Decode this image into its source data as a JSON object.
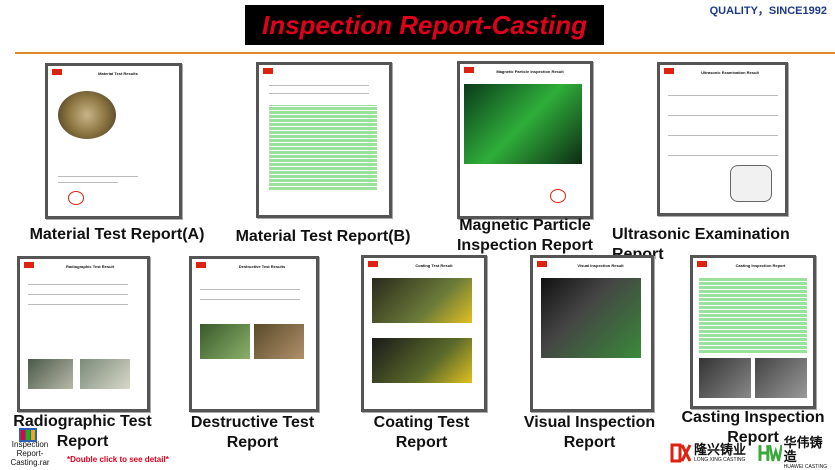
{
  "header": {
    "title": "Inspection Report-Casting",
    "tagline": "QUALITY，SINCE1992"
  },
  "reports": [
    {
      "caption": "Material Test Report(A)",
      "doc_title": "Material Test Results"
    },
    {
      "caption": "Material Test Report(B)",
      "doc_title": ""
    },
    {
      "caption": "Magnetic Particle Inspection Report",
      "doc_title": "Magnetic Particle Inspection Result"
    },
    {
      "caption": "Ultrasonic Examination Report",
      "doc_title": "Ultrasonic Examination Result"
    },
    {
      "caption": "Radiographic Test Report",
      "doc_title": "Radiographic Test Result"
    },
    {
      "caption": "Destructive Test Report",
      "doc_title": "Destructive Test Results"
    },
    {
      "caption": "Coating Test Report",
      "doc_title": "Coating Test Result"
    },
    {
      "caption": "Visual Inspection Report",
      "doc_title": "Visual Inspection Result"
    },
    {
      "caption": "Casting Inspection Report",
      "doc_title": "Casting Inspection Report"
    }
  ],
  "footer": {
    "file_label": "Inspection Report-Casting.rar",
    "hint": "*Double click to see detail*",
    "brand1_cn": "隆兴铸业",
    "brand1_en": "LONG XING CASTING",
    "brand2_cn": "华伟铸造",
    "brand2_en": "HUAWEI CASTING"
  },
  "colors": {
    "accent": "#e0001b",
    "banner_bg": "#000000",
    "rule": "#e0892a",
    "tagline": "#1f3a8a"
  }
}
